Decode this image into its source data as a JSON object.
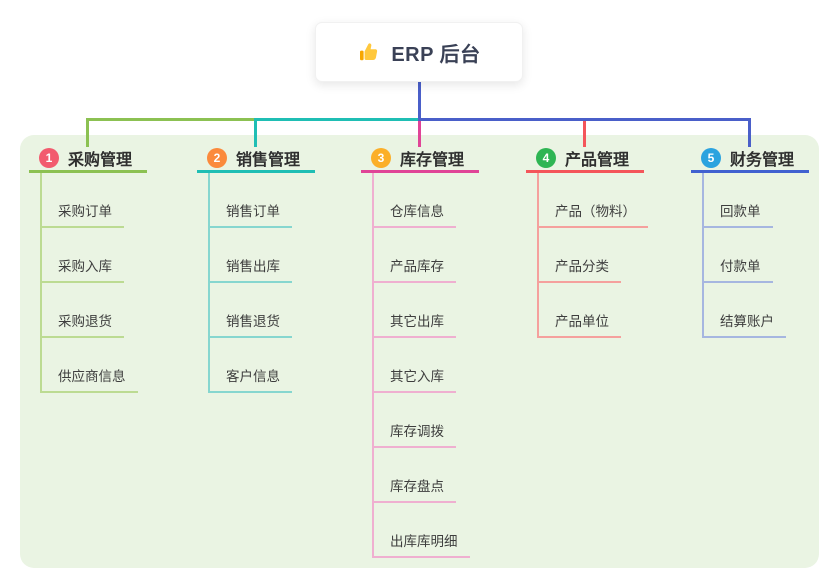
{
  "root": {
    "title": "ERP 后台",
    "icon": "thumbs-up-icon"
  },
  "colors": {
    "trunk_blue": "#4A5FC9",
    "panel_bg": "#EAF4E3",
    "header_text": "#2F2F2F",
    "title_text": "#3A4156",
    "thumb_gold": "#FFC83D",
    "thumb_cuff": "#F7A600"
  },
  "branches": [
    {
      "label": "采购管理",
      "badge": "1",
      "badge_color": "#F25B6E",
      "line_color": "#8CC152",
      "child_line_color": "#BCDB92",
      "children": [
        "采购订单",
        "采购入库",
        "采购退货",
        "供应商信息"
      ]
    },
    {
      "label": "销售管理",
      "badge": "2",
      "badge_color": "#FB8A3C",
      "line_color": "#1FBEB4",
      "child_line_color": "#86D6CF",
      "children": [
        "销售订单",
        "销售出库",
        "销售退货",
        "客户信息"
      ]
    },
    {
      "label": "库存管理",
      "badge": "3",
      "badge_color": "#FBAF29",
      "line_color": "#E04497",
      "child_line_color": "#EFAFD0",
      "children": [
        "仓库信息",
        "产品库存",
        "其它出库",
        "其它入库",
        "库存调拨",
        "库存盘点",
        "出库库明细"
      ]
    },
    {
      "label": "产品管理",
      "badge": "4",
      "badge_color": "#2EB553",
      "line_color": "#F4555A",
      "child_line_color": "#F5A09D",
      "children": [
        "产品（物料）",
        "产品分类",
        "产品单位"
      ]
    },
    {
      "label": "财务管理",
      "badge": "5",
      "badge_color": "#2BA3DF",
      "line_color": "#4161D0",
      "child_line_color": "#A6B6E0",
      "children": [
        "回款单",
        "付款单",
        "结算账户"
      ]
    }
  ]
}
